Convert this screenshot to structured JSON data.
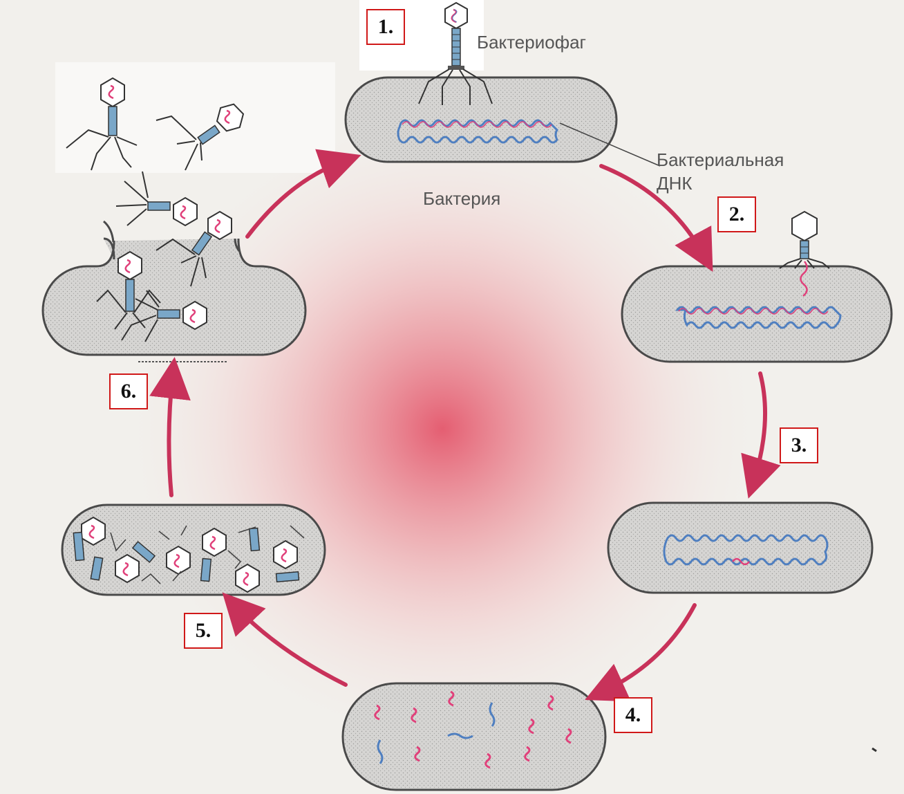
{
  "labels": {
    "bacteriophage": "Бактериофаг",
    "bacterial_dna_line1": "Бактериальная",
    "bacterial_dna_line2": "ДНК",
    "bacterium": "Бактерия"
  },
  "steps": [
    "1.",
    "2.",
    "3.",
    "4.",
    "5.",
    "6."
  ],
  "colors": {
    "arrow": "#c8325a",
    "step_border": "#d01818",
    "cell_fill": "#d9d8d6",
    "cell_stroke": "#4a4a4a",
    "dna_blue": "#4f7fc0",
    "dna_pink": "#e0407a",
    "dna_yellow": "#f0c020",
    "glow": "#e86070"
  }
}
